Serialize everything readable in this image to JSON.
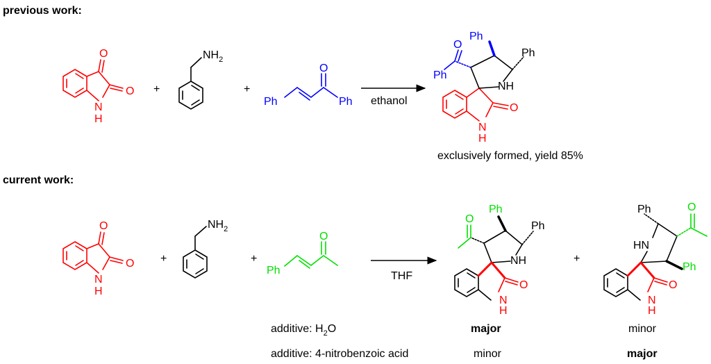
{
  "sections": {
    "previous": {
      "heading": "previous work:",
      "plus1": "+",
      "plus2": "+",
      "condition": "ethanol",
      "result": "exclusively formed, yield 85%"
    },
    "current": {
      "heading": "current work:",
      "plus1": "+",
      "plus2": "+",
      "plus3": "+",
      "condition": "THF",
      "additive1": "additive: H",
      "additive1_sub": "2",
      "additive1_tail": "O",
      "additive2": "additive: 4-nitrobenzoic acid",
      "row1_product1": "major",
      "row1_product2": "minor",
      "row2_product1": "minor",
      "row2_product2": "major"
    }
  },
  "atoms": {
    "O": "O",
    "N": "N",
    "H": "H",
    "NH": "NH",
    "HN": "HN",
    "NH2": "NH",
    "sub2": "2",
    "Ph": "Ph"
  },
  "colors": {
    "isatin": "#ff0000",
    "chalcone": "#0000ff",
    "enone": "#00e000",
    "black": "#000000"
  }
}
